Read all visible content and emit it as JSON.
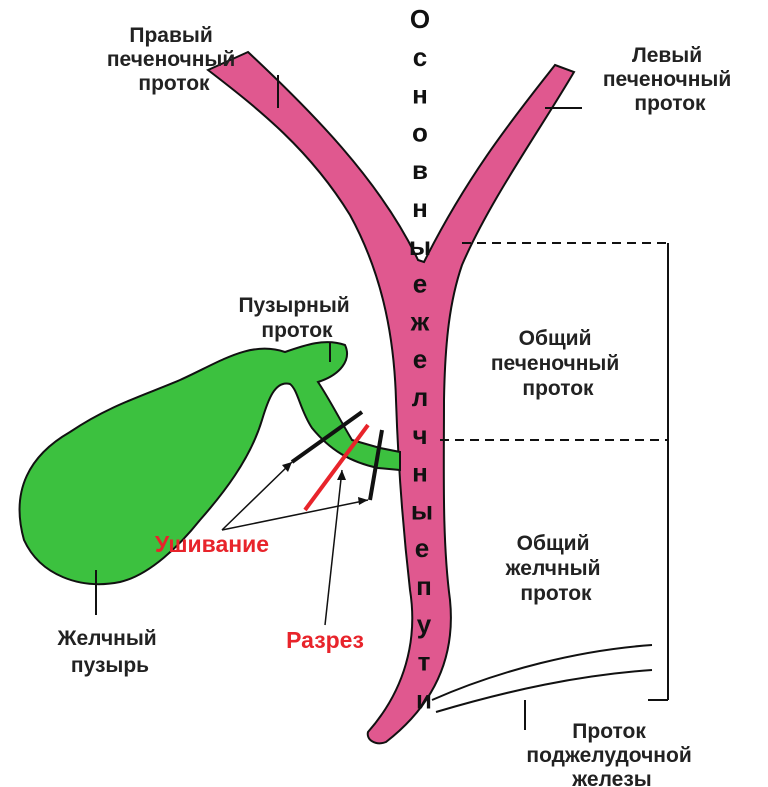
{
  "labels": {
    "right_hepatic": [
      "Правый",
      "печеночный",
      "проток"
    ],
    "left_hepatic": [
      "Левый",
      "печеночный",
      "проток"
    ],
    "cystic_duct": [
      "Пузырный",
      "проток"
    ],
    "common_hepatic": [
      "Общий",
      "печеночный",
      "проток"
    ],
    "common_bile": [
      "Общий",
      "желчный",
      "проток"
    ],
    "gallbladder": [
      "Желчный",
      "пузырь"
    ],
    "pancreatic_duct": [
      "Проток",
      "поджелудочной",
      "железы"
    ],
    "ligation": "Ушивание",
    "incision": "Разрез"
  },
  "vertical_title": [
    "О",
    "с",
    "н",
    "о",
    "в",
    "н",
    "ы",
    "е",
    "ж",
    "е",
    "л",
    "ч",
    "н",
    "ы",
    "е",
    "п",
    "у",
    "т",
    "и"
  ],
  "colors": {
    "duct": "#e0588f",
    "gallbladder": "#3cc13f",
    "outline": "#111111",
    "accent": "#e8242b"
  }
}
